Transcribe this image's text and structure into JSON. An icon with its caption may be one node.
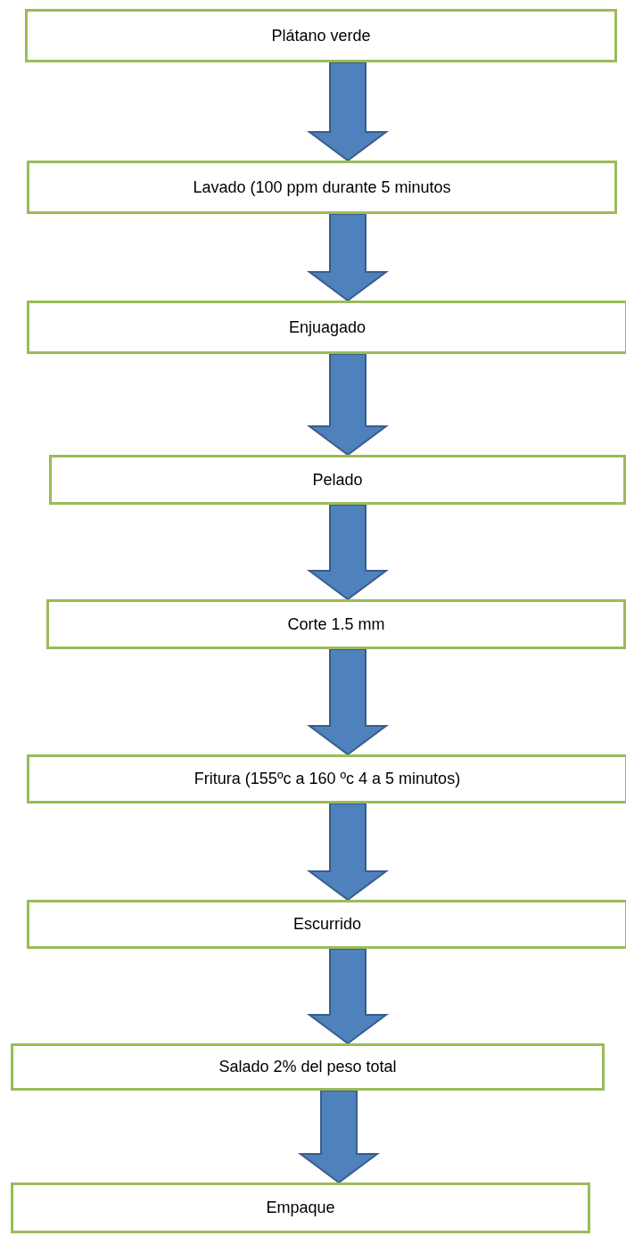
{
  "diagram": {
    "nodes": [
      {
        "text": [
          "Plátano verde"
        ]
      },
      {
        "text": [
          "Lavado (100 ppm  durante 5 minutos"
        ]
      },
      {
        "text": [
          "Enjuagado"
        ]
      },
      {
        "text": [
          "Pelado"
        ]
      },
      {
        "text": [
          "Corte 1.5 mm"
        ]
      },
      {
        "text": [
          "Fritura (155ºc a 160 ºc 4 a 5 minutos)"
        ]
      },
      {
        "text": [
          "Escurrido"
        ]
      },
      {
        "text": [
          "Salado 2% del peso total"
        ]
      },
      {
        "text": [
          "Empaque"
        ]
      }
    ],
    "edges": [
      {
        "from": 0,
        "to": 1,
        "arrow": "to"
      },
      {
        "from": 1,
        "to": 2,
        "arrow": "to"
      },
      {
        "from": 2,
        "to": 3,
        "arrow": "to"
      },
      {
        "from": 3,
        "to": 4,
        "arrow": "to"
      },
      {
        "from": 4,
        "to": 5,
        "arrow": "to"
      },
      {
        "from": 5,
        "to": 6,
        "arrow": "to"
      },
      {
        "from": 6,
        "to": 7,
        "arrow": "to"
      },
      {
        "from": 7,
        "to": 8,
        "arrow": "to"
      }
    ]
  }
}
